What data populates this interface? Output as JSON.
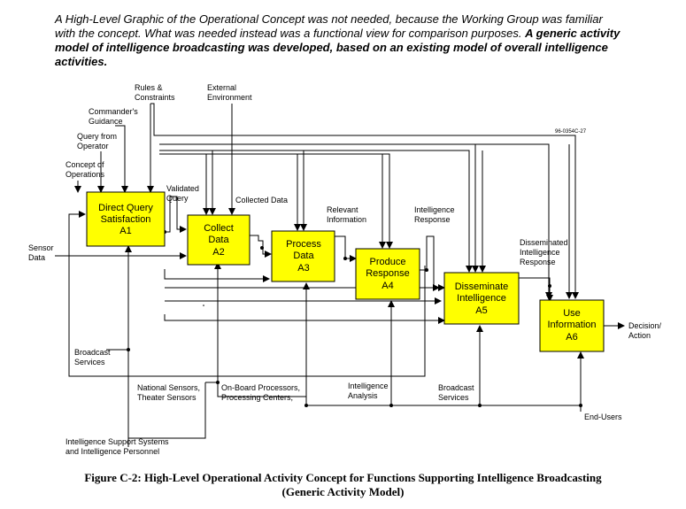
{
  "intro": {
    "line1": "A High-Level Graphic of the Operational Concept was not needed, because the Working Group was familiar",
    "line2": "with the concept.  What was needed instead was a functional view for comparison purposes.",
    "line2_bold": "A generic activity",
    "line3": "model of intelligence broadcasting was developed, based on an existing model of overall intelligence",
    "line4": "activities."
  },
  "ref_code": "96-0354C-27",
  "boxes": [
    {
      "line1": "Direct Query",
      "line2": "Satisfaction",
      "id": "A1"
    },
    {
      "line1": "Collect",
      "line2": "Data",
      "id": "A2"
    },
    {
      "line1": "Process",
      "line2": "Data",
      "id": "A3"
    },
    {
      "line1": "Produce",
      "line2": "Response",
      "id": "A4"
    },
    {
      "line1": "Disseminate",
      "line2": "Intelligence",
      "id": "A5"
    },
    {
      "line1": "Use",
      "line2": "Information",
      "id": "A6"
    }
  ],
  "controls": {
    "rules_1": "Rules &",
    "rules_2": "Constraints",
    "external_1": "External",
    "external_2": "Environment",
    "commander_1": "Commander's",
    "commander_2": "Guidance",
    "query_1": "Query from",
    "query_2": "Operator",
    "concept_1": "Concept of",
    "concept_2": "Operations"
  },
  "flows": {
    "validated_1": "Validated",
    "validated_2": "Query",
    "collected": "Collected Data",
    "relevant_1": "Relevant",
    "relevant_2": "Information",
    "intel_resp_1": "Intelligence",
    "intel_resp_2": "Response",
    "dissem_1": "Disseminated",
    "dissem_2": "Intelligence",
    "dissem_3": "Response",
    "sensor_1": "Sensor",
    "sensor_2": "Data",
    "decision_1": "Decision/",
    "decision_2": "Action"
  },
  "mechanisms": {
    "broadcast_services_1": "Broadcast",
    "broadcast_services_2": "Services",
    "national_1": "National Sensors,",
    "national_2": "Theater Sensors",
    "onboard_1": "On-Board Processors,",
    "onboard_2": "Processing Centers,",
    "analysis_1": "Intelligence",
    "analysis_2": "Analysis",
    "broadcast_2_1": "Broadcast",
    "broadcast_2_2": "Services",
    "end_users": "End-Users",
    "support_1": "Intelligence Support Systems",
    "support_2": "and Intelligence Personnel"
  },
  "caption": {
    "line1": "Figure C-2:  High-Level Operational Activity Concept for Functions Supporting Intelligence Broadcasting",
    "line2": "(Generic Activity Model)"
  },
  "colors": {
    "box_fill": "#ffff00",
    "line": "#000000"
  }
}
